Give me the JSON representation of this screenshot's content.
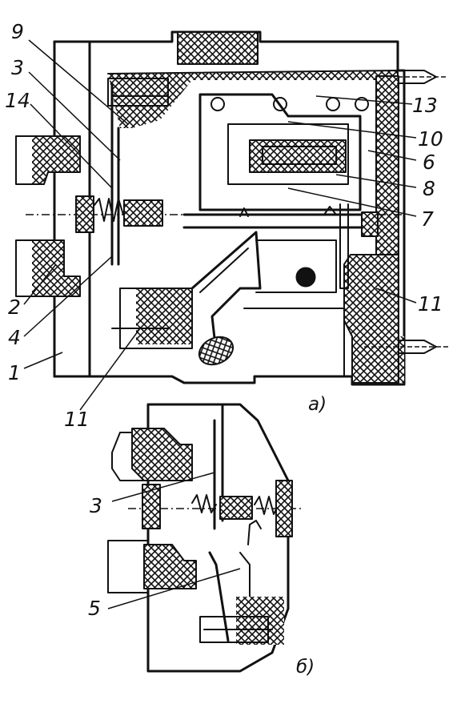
{
  "figure": {
    "view_a": {
      "caption": "а)",
      "labels": [
        {
          "id": "lbl-9",
          "text": "9"
        },
        {
          "id": "lbl-3",
          "text": "3"
        },
        {
          "id": "lbl-14",
          "text": "14"
        },
        {
          "id": "lbl-13",
          "text": "13"
        },
        {
          "id": "lbl-10",
          "text": "10"
        },
        {
          "id": "lbl-6",
          "text": "6"
        },
        {
          "id": "lbl-8",
          "text": "8"
        },
        {
          "id": "lbl-7",
          "text": "7"
        },
        {
          "id": "lbl-11r",
          "text": "11"
        },
        {
          "id": "lbl-2",
          "text": "2"
        },
        {
          "id": "lbl-4",
          "text": "4"
        },
        {
          "id": "lbl-1",
          "text": "1"
        },
        {
          "id": "lbl-11b",
          "text": "11"
        }
      ]
    },
    "view_b": {
      "caption": "б)",
      "labels": [
        {
          "id": "lbl-3b",
          "text": "3"
        },
        {
          "id": "lbl-5",
          "text": "5"
        }
      ]
    }
  }
}
